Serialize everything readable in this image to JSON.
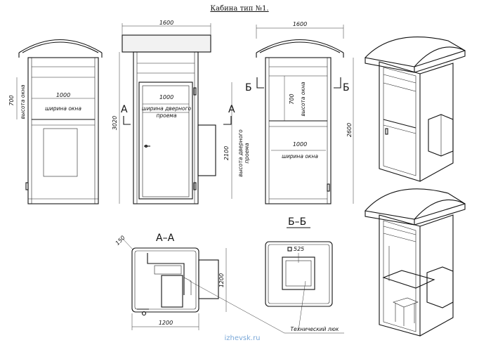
{
  "title": "Кабина тип №1.",
  "dims": {
    "width_1600_a": "1600",
    "width_1600_b": "1600",
    "height_700_a": "700",
    "height_700_b": "700",
    "width_1000_a": "1000",
    "width_1000_b": "1000",
    "width_1000_c": "1000",
    "height_3020": "3020",
    "height_2100": "2100",
    "height_2600": "2600",
    "plan_1200_w": "1200",
    "plan_1200_h": "1200",
    "angle_150": "150",
    "pass_525": "525"
  },
  "labels": {
    "window_height_a": "высота окна",
    "window_width_a": "ширина окна",
    "door_width": "ширина дверного",
    "door_width_2": "проема",
    "door_height": "высота дверного",
    "door_height_2": "проема",
    "window_height_b": "высота окна",
    "window_width_b": "ширина окна",
    "tech_hatch": "Технический люк"
  },
  "sections": {
    "a_left": "А",
    "a_right": "А",
    "b_left": "Б",
    "b_right": "Б",
    "aa": "А–А",
    "bb": "Б–Б"
  },
  "watermark": "izhevsk.ru"
}
